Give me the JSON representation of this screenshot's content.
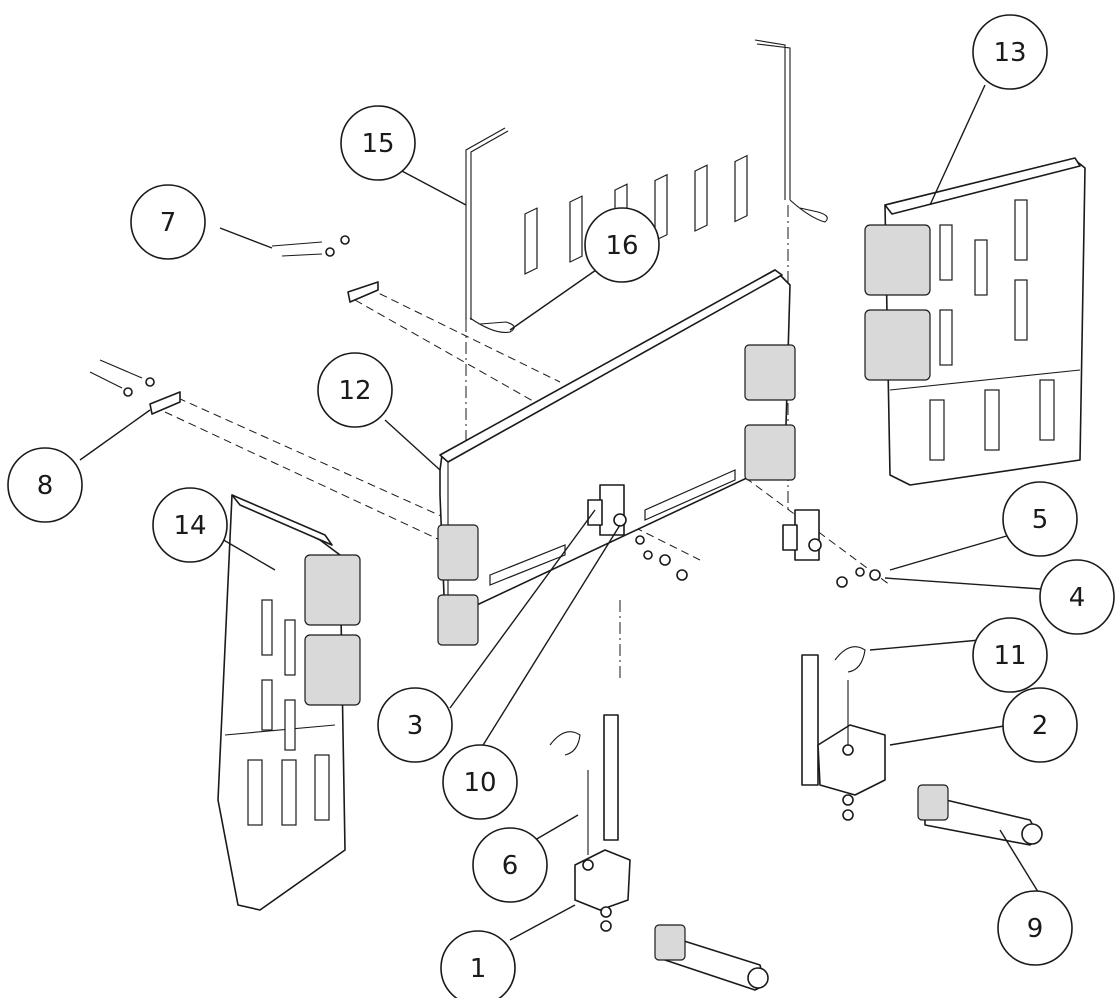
{
  "colors": {
    "line": "#1a1a1a",
    "fill": "#ffffff",
    "shade": "#d9d9d9"
  },
  "callouts": [
    {
      "id": "1",
      "label": "1"
    },
    {
      "id": "2",
      "label": "2"
    },
    {
      "id": "3",
      "label": "3"
    },
    {
      "id": "4",
      "label": "4"
    },
    {
      "id": "5",
      "label": "5"
    },
    {
      "id": "6",
      "label": "6"
    },
    {
      "id": "7",
      "label": "7"
    },
    {
      "id": "8",
      "label": "8"
    },
    {
      "id": "9",
      "label": "9"
    },
    {
      "id": "10",
      "label": "10"
    },
    {
      "id": "11",
      "label": "11"
    },
    {
      "id": "12",
      "label": "12"
    },
    {
      "id": "13",
      "label": "13"
    },
    {
      "id": "14",
      "label": "14"
    },
    {
      "id": "15",
      "label": "15"
    },
    {
      "id": "16",
      "label": "16"
    }
  ]
}
